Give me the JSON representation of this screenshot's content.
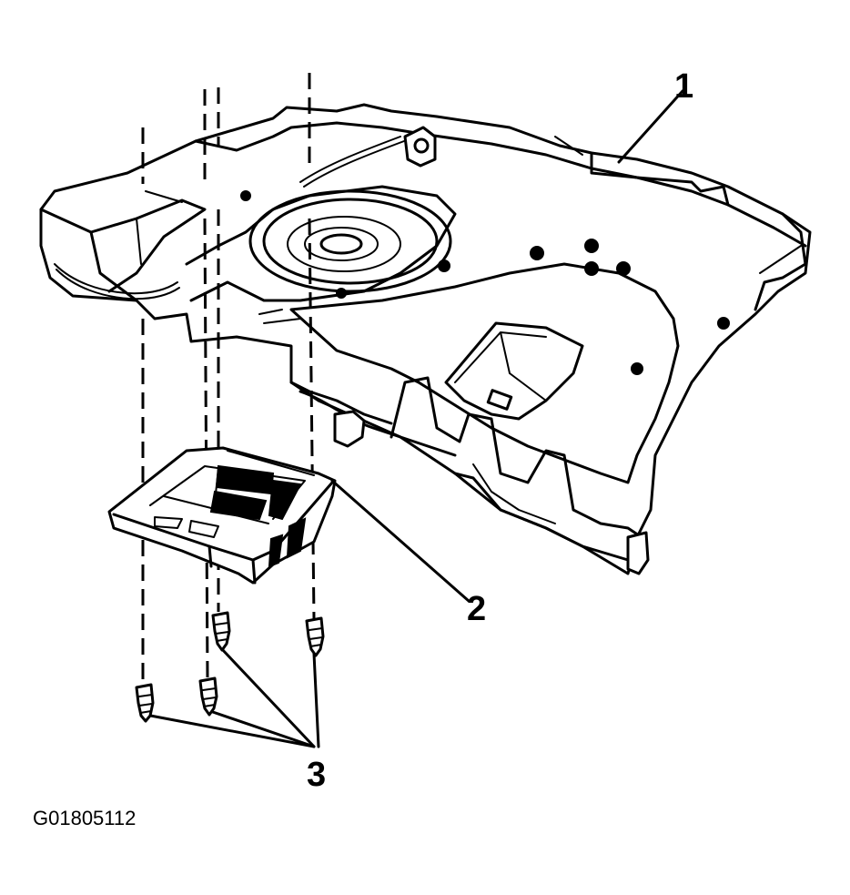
{
  "callouts": {
    "one": "1",
    "two": "2",
    "three": "3"
  },
  "figure_code": "G01805112"
}
